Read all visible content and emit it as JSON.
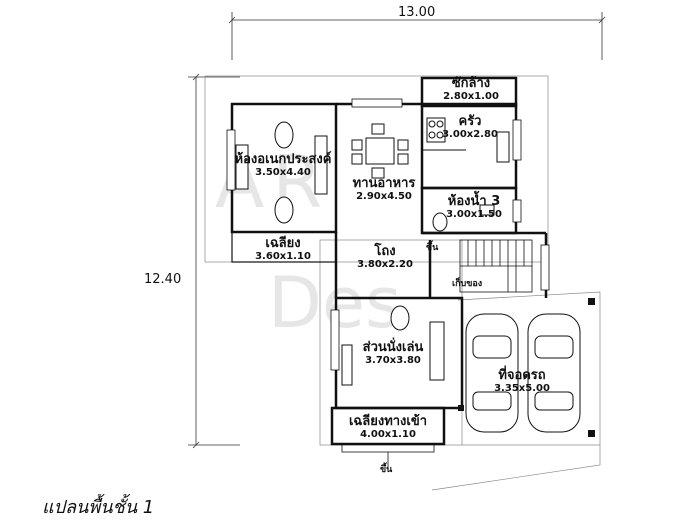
{
  "overall_width": "13.00",
  "overall_depth": "12.40",
  "rooms": {
    "laundry": {
      "name": "ซักล้าง",
      "size": "2.80x1.00"
    },
    "kitchen": {
      "name": "ครัว",
      "size": "3.00x2.80"
    },
    "multipurpose": {
      "name": "ห้องอเนกประสงค์",
      "size": "3.50x4.40"
    },
    "dining": {
      "name": "ทานอาหาร",
      "size": "2.90x4.50"
    },
    "bathroom": {
      "name": "ห้องน้ำ 3",
      "size": "3.00x1.50"
    },
    "terrace": {
      "name": "เฉลียง",
      "size": "3.60x1.10"
    },
    "hall": {
      "name": "โถง",
      "size": "3.80x2.20"
    },
    "living": {
      "name": "ส่วนนั่งเล่น",
      "size": "3.70x3.80"
    },
    "carport": {
      "name": "ที่จอดรถ",
      "size": "3.35x5.00"
    },
    "entry_terrace": {
      "name": "เฉลียงทางเข้า",
      "size": "4.00x1.10"
    }
  },
  "stair_up": "ขึ้น",
  "storage": "เก็บของ",
  "entry_up": "ขึ้น",
  "title": "แปลนพื้นชั้น 1",
  "watermark": {
    "line1": "AR",
    "line2": "Des"
  }
}
